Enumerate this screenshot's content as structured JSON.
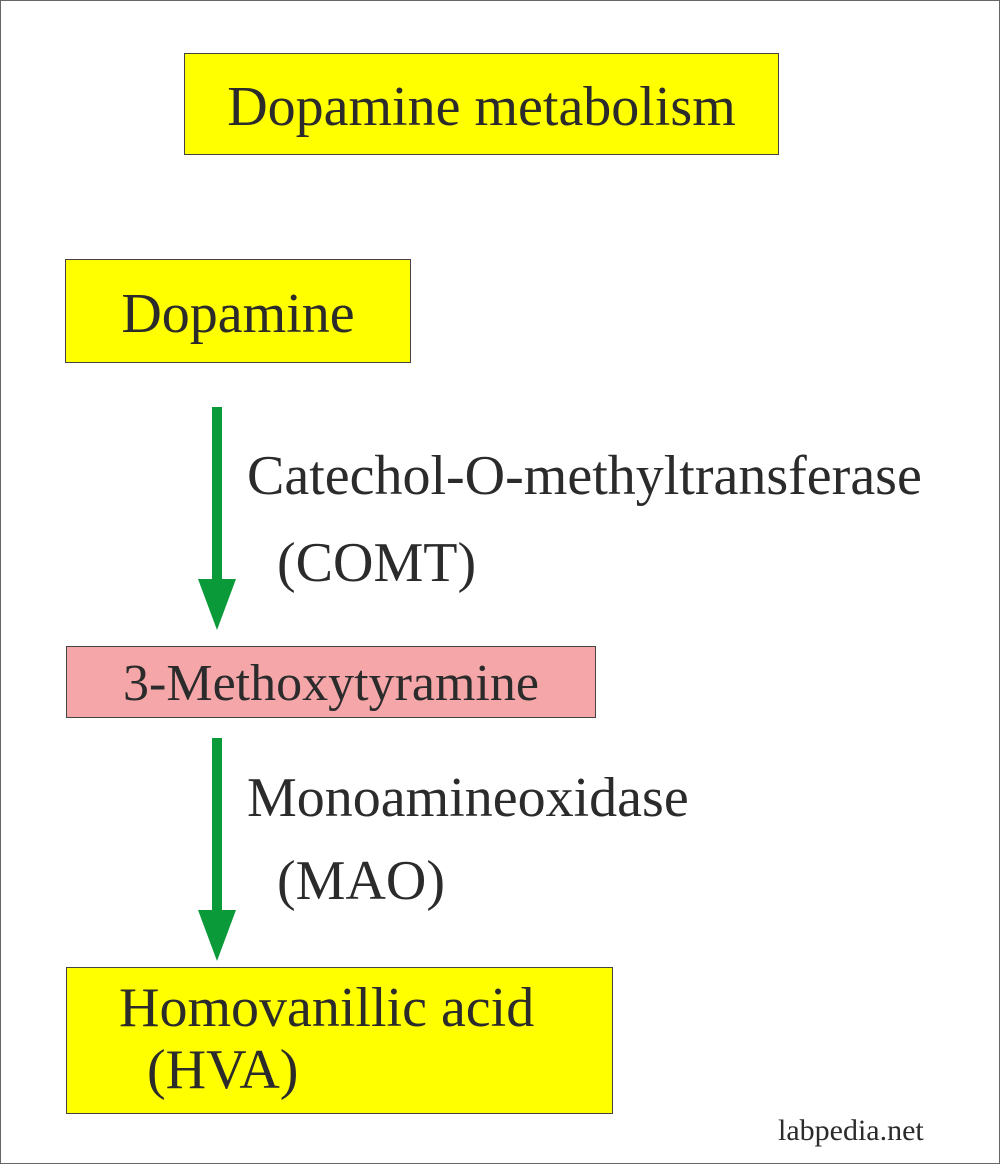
{
  "title": "Dopamine metabolism",
  "nodes": {
    "dopamine": "Dopamine",
    "methoxytyramine": "3-Methoxytyramine",
    "hva_name": "Homovanillic acid",
    "hva_abbr": "(HVA)"
  },
  "enzymes": {
    "comt_name": "Catechol-O-methyltransferase",
    "comt_abbr": "(COMT)",
    "mao_name": "Monoamineoxidase",
    "mao_abbr": "(MAO)"
  },
  "watermark": "labpedia.net",
  "colors": {
    "box_yellow": "#ffff00",
    "box_pink": "#f4a6a8",
    "arrow_green": "#0a9a3a",
    "text": "#2b2b2b"
  }
}
